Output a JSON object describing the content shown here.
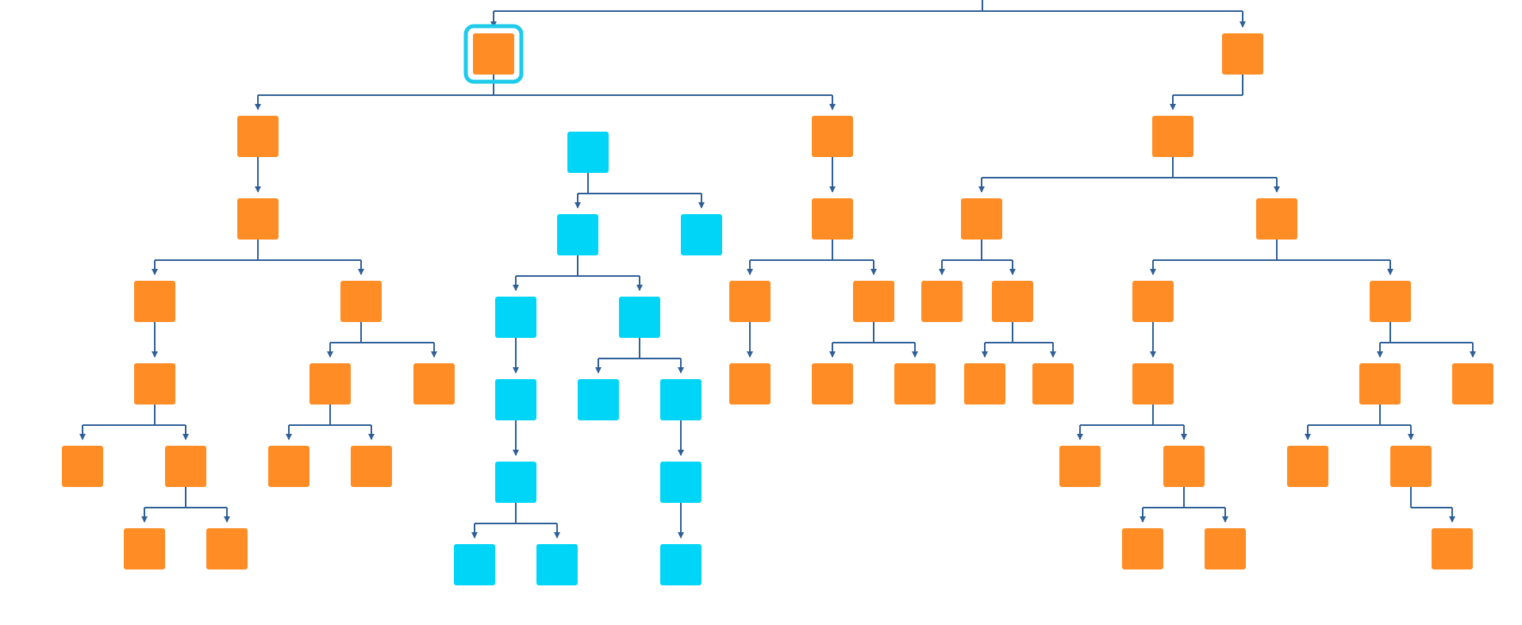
{
  "colors": {
    "background": "#ffffff",
    "node_default": "#ff8c24",
    "node_highlight": "#00d5f7",
    "selection_ring": "#1ecbea",
    "connector": "#2f5f97"
  },
  "diagram": {
    "type": "tree",
    "selected_node": "n1",
    "nodes": [
      {
        "id": "n1",
        "color": "orange",
        "selected": true
      },
      {
        "id": "n2",
        "color": "orange"
      },
      {
        "id": "n3",
        "color": "orange"
      },
      {
        "id": "n4",
        "color": "cyan"
      },
      {
        "id": "n5",
        "color": "orange"
      },
      {
        "id": "n6",
        "color": "orange"
      },
      {
        "id": "n7",
        "color": "orange"
      },
      {
        "id": "n8",
        "color": "cyan"
      },
      {
        "id": "n9",
        "color": "cyan"
      },
      {
        "id": "n10",
        "color": "orange"
      },
      {
        "id": "n11",
        "color": "orange"
      },
      {
        "id": "n12",
        "color": "orange"
      },
      {
        "id": "n13",
        "color": "orange"
      },
      {
        "id": "n14",
        "color": "cyan"
      },
      {
        "id": "n15",
        "color": "cyan"
      },
      {
        "id": "n16",
        "color": "orange"
      },
      {
        "id": "n17",
        "color": "orange"
      },
      {
        "id": "n18",
        "color": "orange"
      },
      {
        "id": "n19",
        "color": "orange"
      },
      {
        "id": "n20",
        "color": "orange"
      },
      {
        "id": "n21",
        "color": "orange"
      },
      {
        "id": "n22",
        "color": "orange"
      },
      {
        "id": "n23",
        "color": "orange"
      },
      {
        "id": "n24",
        "color": "cyan"
      },
      {
        "id": "n25",
        "color": "cyan"
      },
      {
        "id": "n26",
        "color": "cyan"
      },
      {
        "id": "n27",
        "color": "orange"
      },
      {
        "id": "n28",
        "color": "orange"
      },
      {
        "id": "n29",
        "color": "orange"
      },
      {
        "id": "n30",
        "color": "orange"
      },
      {
        "id": "n31",
        "color": "orange"
      },
      {
        "id": "n32",
        "color": "orange"
      },
      {
        "id": "n33",
        "color": "orange"
      },
      {
        "id": "n34",
        "color": "orange"
      },
      {
        "id": "n35",
        "color": "orange"
      },
      {
        "id": "n36",
        "color": "orange"
      },
      {
        "id": "n37",
        "color": "orange"
      },
      {
        "id": "n38",
        "color": "cyan"
      },
      {
        "id": "n39",
        "color": "cyan"
      },
      {
        "id": "n40",
        "color": "orange"
      },
      {
        "id": "n41",
        "color": "orange"
      },
      {
        "id": "n42",
        "color": "orange"
      },
      {
        "id": "n43",
        "color": "orange"
      },
      {
        "id": "n44",
        "color": "orange"
      },
      {
        "id": "n45",
        "color": "orange"
      },
      {
        "id": "n46",
        "color": "orange"
      },
      {
        "id": "n47",
        "color": "orange"
      },
      {
        "id": "n48",
        "color": "cyan"
      },
      {
        "id": "n49",
        "color": "cyan"
      },
      {
        "id": "n50",
        "color": "cyan"
      },
      {
        "id": "n51",
        "color": "orange"
      },
      {
        "id": "n52",
        "color": "orange"
      },
      {
        "id": "n53",
        "color": "orange"
      },
      {
        "id": "n54",
        "color": "orange"
      }
    ],
    "edges": [
      [
        "root",
        "n1"
      ],
      [
        "root",
        "n2"
      ],
      [
        "n1",
        "n3"
      ],
      [
        "n1",
        "n5"
      ],
      [
        "n2",
        "n6"
      ],
      [
        "n4",
        "n8"
      ],
      [
        "n4",
        "n9"
      ],
      [
        "n3",
        "n7"
      ],
      [
        "n5",
        "n10"
      ],
      [
        "n6",
        "n11"
      ],
      [
        "n6",
        "n12"
      ],
      [
        "n7",
        "n13"
      ],
      [
        "n7",
        "n16"
      ],
      [
        "n8",
        "n14"
      ],
      [
        "n8",
        "n15"
      ],
      [
        "n10",
        "n17"
      ],
      [
        "n10",
        "n18"
      ],
      [
        "n11",
        "n19"
      ],
      [
        "n11",
        "n20"
      ],
      [
        "n12",
        "n21"
      ],
      [
        "n12",
        "n22"
      ],
      [
        "n13",
        "n23"
      ],
      [
        "n14",
        "n24"
      ],
      [
        "n15",
        "n25"
      ],
      [
        "n15",
        "n26"
      ],
      [
        "n16",
        "n27"
      ],
      [
        "n16",
        "n28"
      ],
      [
        "n17",
        "n29"
      ],
      [
        "n18",
        "n30"
      ],
      [
        "n18",
        "n31"
      ],
      [
        "n20",
        "n32"
      ],
      [
        "n20",
        "n33"
      ],
      [
        "n21",
        "n34"
      ],
      [
        "n22",
        "n35"
      ],
      [
        "n22",
        "n36"
      ],
      [
        "n23",
        "n37"
      ],
      [
        "n23",
        "n40"
      ],
      [
        "n24",
        "n38"
      ],
      [
        "n26",
        "n39"
      ],
      [
        "n27",
        "n41"
      ],
      [
        "n27",
        "n42"
      ],
      [
        "n34",
        "n43"
      ],
      [
        "n34",
        "n44"
      ],
      [
        "n35",
        "n45"
      ],
      [
        "n35",
        "n46"
      ],
      [
        "n40",
        "n47"
      ],
      [
        "n40",
        "n51"
      ],
      [
        "n38",
        "n48"
      ],
      [
        "n38",
        "n49"
      ],
      [
        "n39",
        "n50"
      ],
      [
        "n44",
        "n52"
      ],
      [
        "n44",
        "n53"
      ],
      [
        "n46",
        "n54"
      ]
    ]
  }
}
